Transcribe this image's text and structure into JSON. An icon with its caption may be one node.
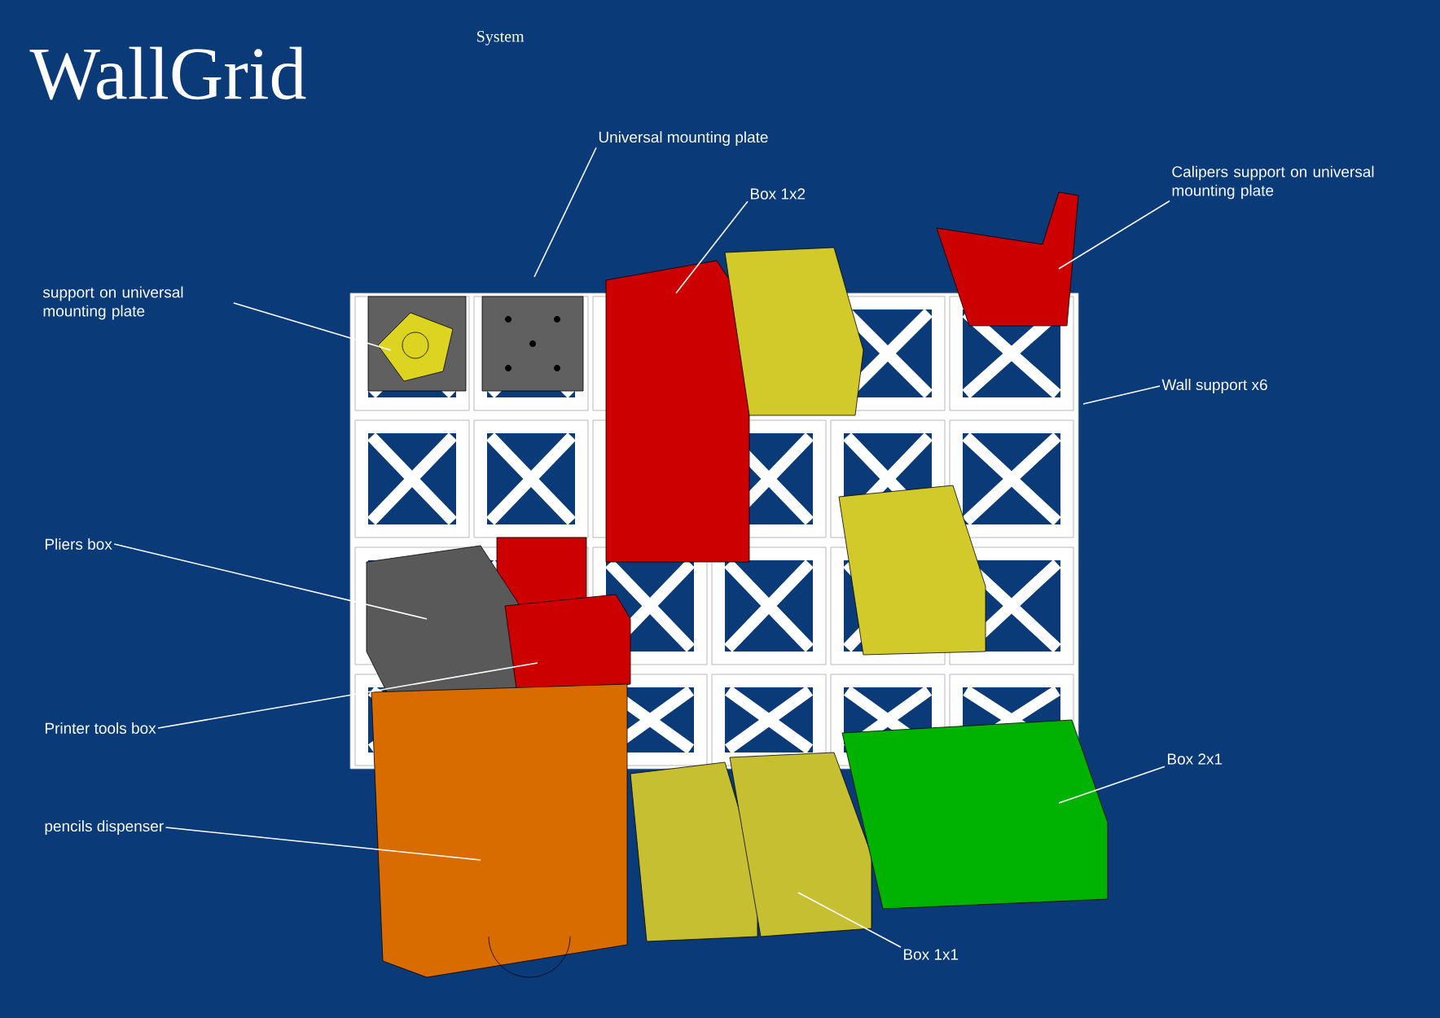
{
  "diagram": {
    "title": "WallGrid",
    "nodes": [
      {
        "text": [
          "support on universal mounting plate"
        ]
      },
      {
        "text": [
          "Universal mounting plate"
        ]
      },
      {
        "text": [
          "Box 1x2"
        ]
      },
      {
        "text": [
          "Calipers support on universal mounting plate"
        ]
      },
      {
        "text": [
          "Wall support x6"
        ]
      },
      {
        "text": [
          "Pliers box"
        ]
      },
      {
        "text": [
          "Printer tools box"
        ]
      },
      {
        "text": [
          "pencils dispenser"
        ]
      },
      {
        "text": [
          "Box 2x1"
        ]
      },
      {
        "text": [
          "Box 1x1"
        ]
      }
    ],
    "edges": [
      {
        "from": 0,
        "to": null,
        "arrow": "none"
      },
      {
        "from": 1,
        "to": null,
        "arrow": "none"
      },
      {
        "from": 2,
        "to": null,
        "arrow": "none"
      },
      {
        "from": 3,
        "to": null,
        "arrow": "none"
      },
      {
        "from": 4,
        "to": null,
        "arrow": "none"
      },
      {
        "from": 5,
        "to": null,
        "arrow": "none"
      },
      {
        "from": 6,
        "to": null,
        "arrow": "none"
      },
      {
        "from": 7,
        "to": null,
        "arrow": "none"
      },
      {
        "from": 8,
        "to": null,
        "arrow": "none"
      },
      {
        "from": 9,
        "to": null,
        "arrow": "none"
      }
    ],
    "labels": [
      "System"
    ]
  }
}
